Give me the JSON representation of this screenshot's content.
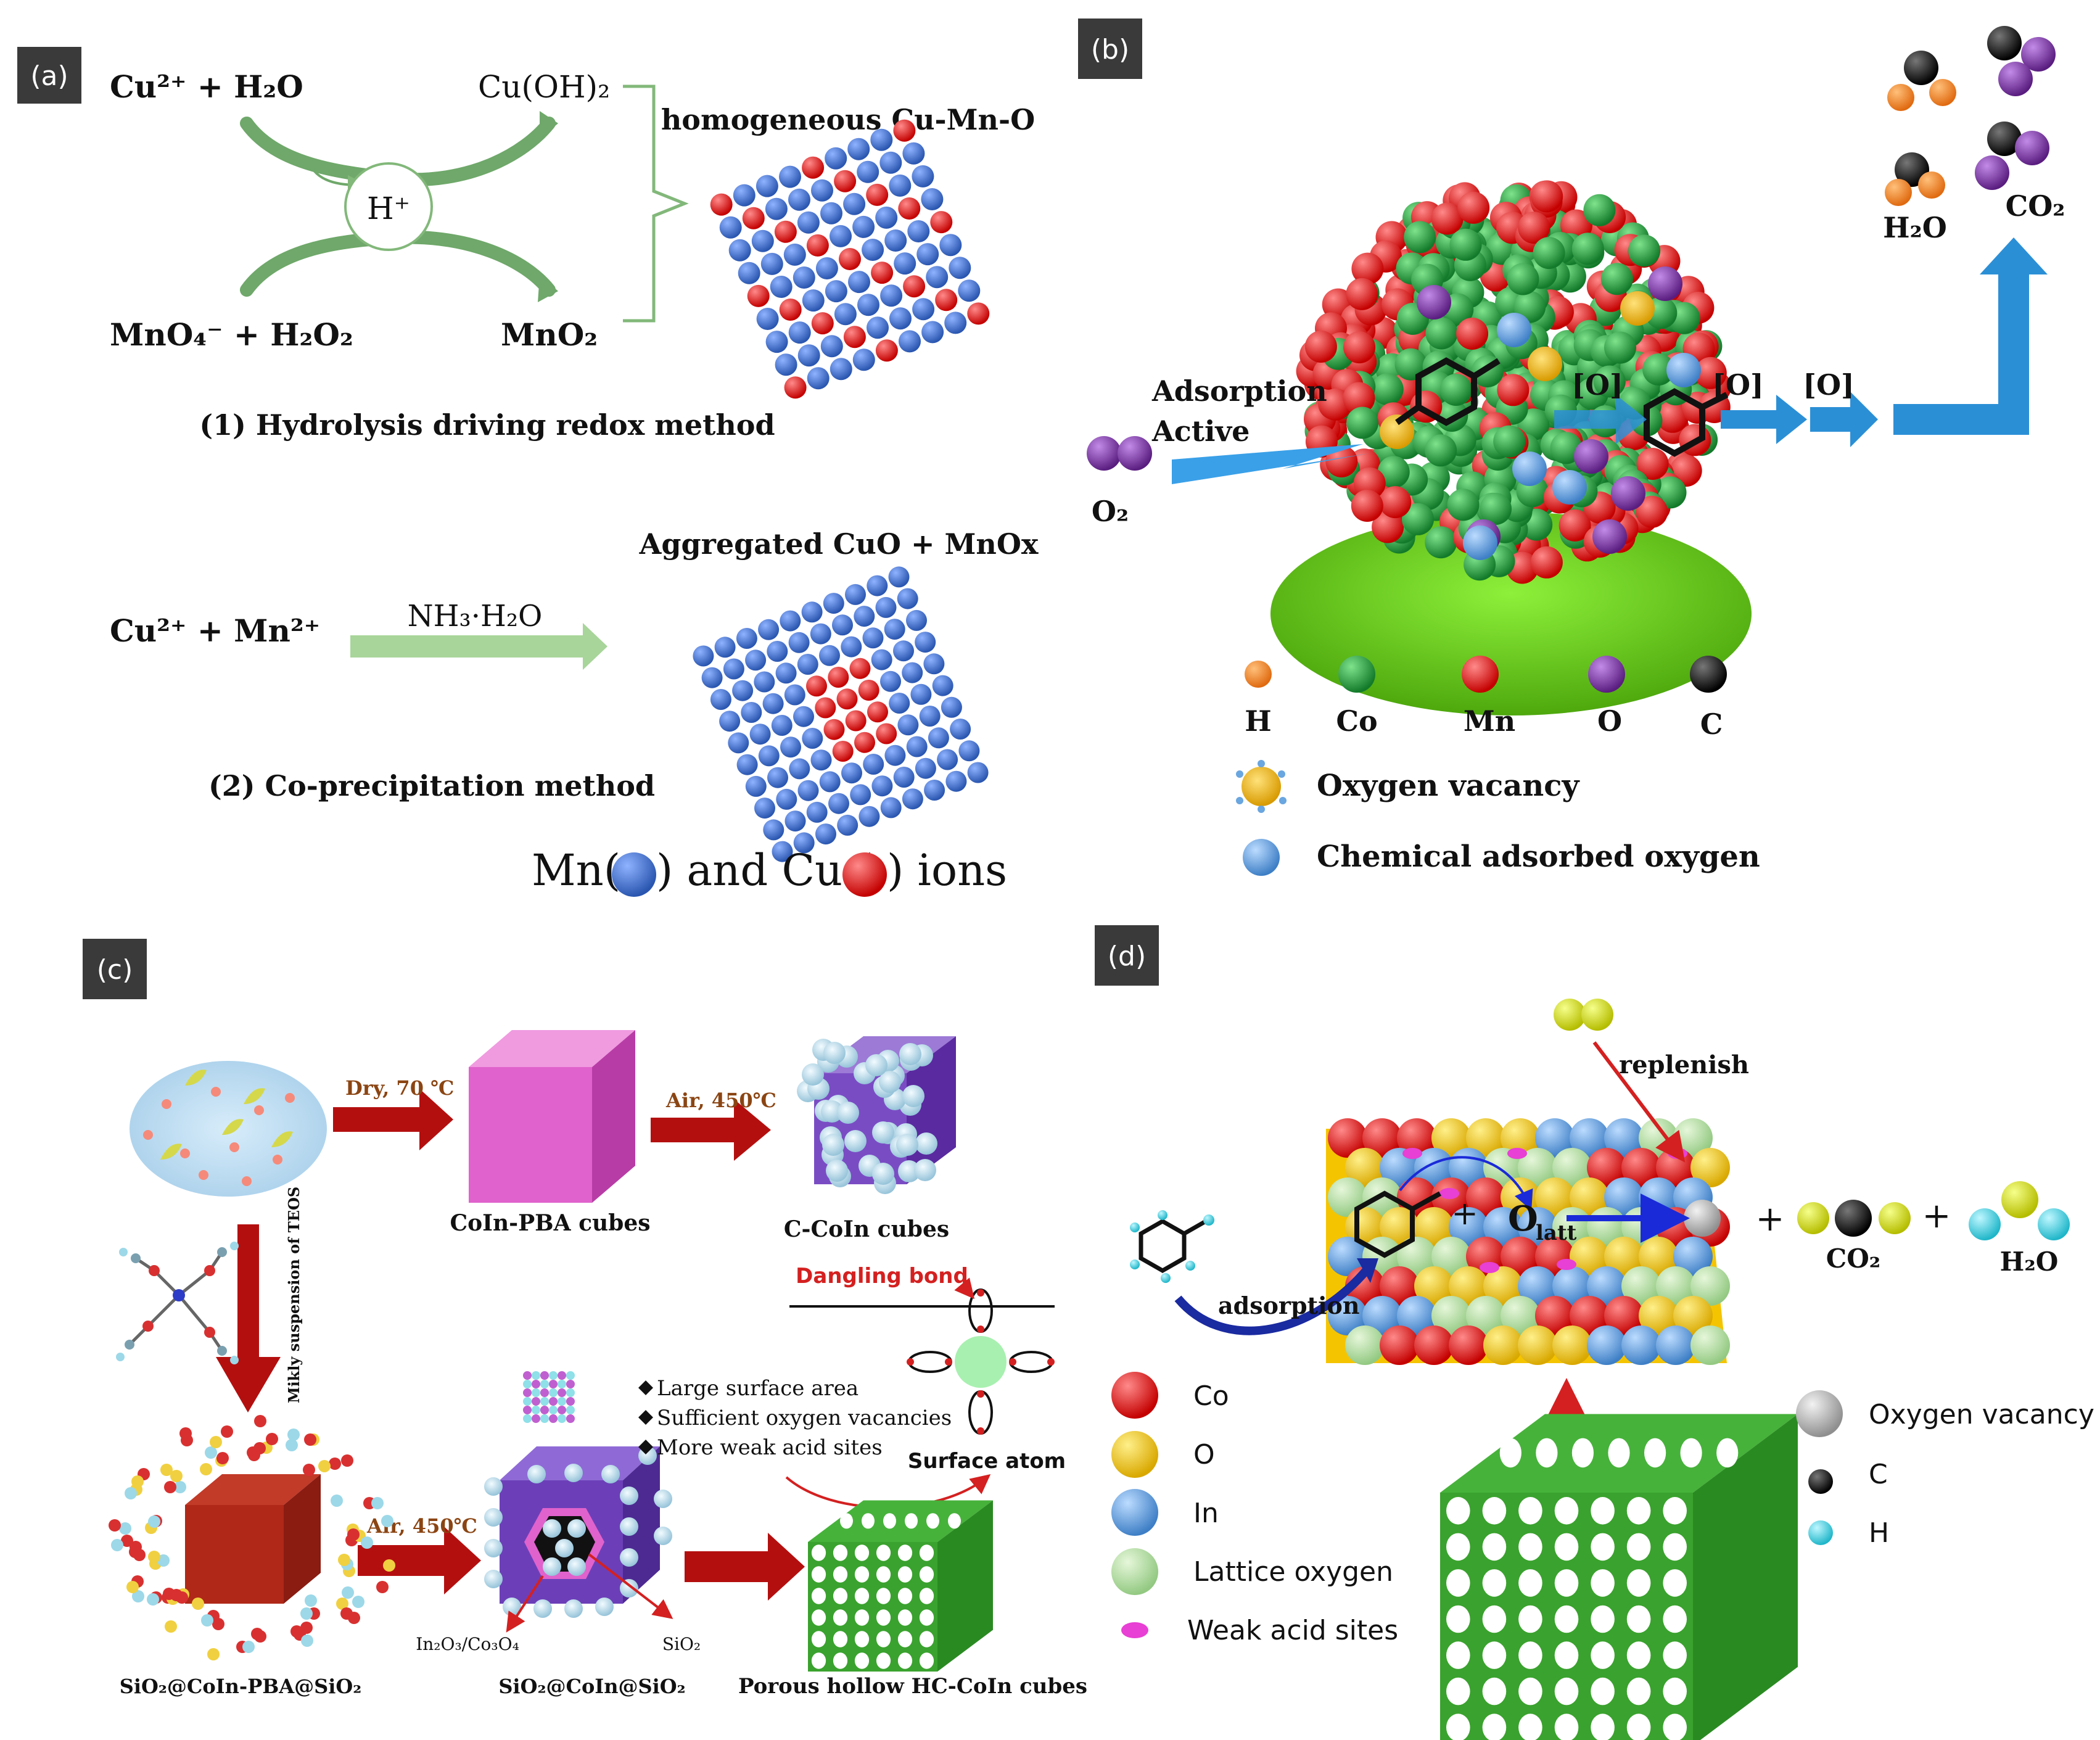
{
  "panel_a": {
    "tag": "(a)",
    "eq1_left": "Cu²⁺ + H₂O",
    "eq1_right": "Cu(OH)₂",
    "center_ion": "H⁺",
    "eq2_left": "MnO₄⁻ + H₂O₂",
    "eq2_right": "MnO₂",
    "homog_label": "homogeneous Cu-Mn-O",
    "method1": "(1) Hydrolysis driving redox method",
    "aggr_label": "Aggregated CuO + MnOx",
    "eq3_left": "Cu²⁺ + Mn²⁺",
    "arrow_reagent": "NH₃·H₂O",
    "method2": "(2) Co-precipitation method",
    "legend_mn": "Mn(",
    "legend_mid": ") and Cu (",
    "legend_end": ") ions"
  },
  "panel_b": {
    "tag": "(b)",
    "adsorption": "Adsorption",
    "active": "Active",
    "o2": "O₂",
    "o_labels": [
      "[O]",
      "[O]",
      "[O]"
    ],
    "h2o": "H₂O",
    "co2": "CO₂",
    "legend": [
      "H",
      "Co",
      "Mn",
      "O",
      "C"
    ],
    "oxygen_vacancy": "Oxygen vacancy",
    "chem_oxygen": "Chemical adsorbed oxygen"
  },
  "panel_c": {
    "tag": "(c)",
    "dry": "Dry, 70 ℃",
    "air1": "Air, 450℃",
    "air2": "Air, 450℃",
    "coin_pba": "CoIn-PBA cubes",
    "c_coin": "C-CoIn cubes",
    "milky": "Mikly suspension of TEOS",
    "dangling": "Dangling bond",
    "features": [
      "Large surface area",
      "Sufficient oxygen vacancies",
      "More weak acid sites"
    ],
    "surface_atom": "Surface atom",
    "in2o3": "In₂O₃/Co₃O₄",
    "sio2": "SiO₂",
    "label_sio2_pba": "SiO₂@CoIn-PBA@SiO₂",
    "label_sio2_coin": "SiO₂@CoIn@SiO₂",
    "label_porous": "Porous hollow HC-CoIn cubes"
  },
  "panel_d": {
    "tag": "(d)",
    "replenish": "replenish",
    "adsorption": "adsorption",
    "olatt": "O",
    "olatt_sub": "latt",
    "plus": "+",
    "co2": "CO₂",
    "h2o": "H₂O",
    "legend_left": [
      "Co",
      "O",
      "In",
      "Lattice oxygen",
      "Weak acid sites"
    ],
    "legend_right": [
      "Oxygen vacancy",
      "C",
      "H"
    ]
  },
  "colors": {
    "mn_blue": "#3f6fc8",
    "cu_red": "#ee1111",
    "co_green": "#1f9a3a",
    "mn_red": "#e52b2b",
    "o_purple": "#7b2fa0",
    "h_orange": "#f08a2c",
    "arrow_blue": "#2b8fd6",
    "dark_red_arrow": "#b40f0f",
    "o_yellow": "#f5c400",
    "in_blue": "#6aa6e0",
    "lattice_green": "#b8e0a8",
    "acid_pink": "#e83fd4",
    "vacancy_grey": "#b5b5b5",
    "h_cyan": "#4fd6e6"
  }
}
